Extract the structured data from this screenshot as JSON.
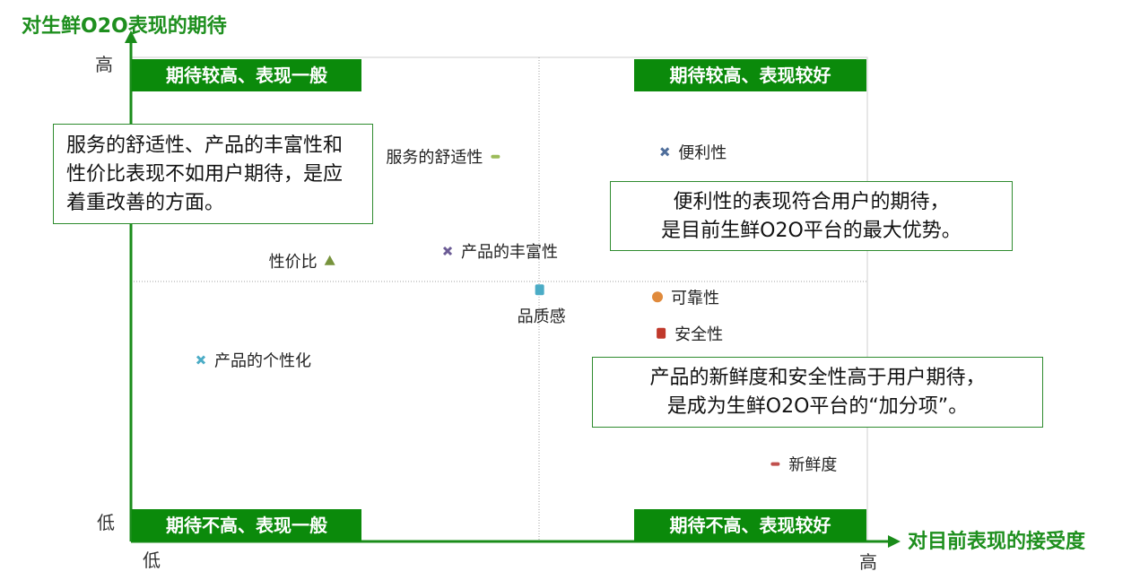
{
  "chart_data": {
    "type": "scatter",
    "y_axis_title": "对生鲜O2O表现的期待",
    "x_axis_title": "对目前表现的接受度",
    "y_tick_high": "高",
    "y_tick_low": "低",
    "x_tick_low": "低",
    "x_tick_high": "高",
    "xlim": [
      0,
      100
    ],
    "ylim": [
      0,
      100
    ],
    "gridlines_at": {
      "x": 50,
      "y": 50
    },
    "quadrants": {
      "top_left": "期待较高、表现一般",
      "top_right": "期待较高、表现较好",
      "bottom_left": "期待不高、表现一般",
      "bottom_right": "期待不高、表现较好"
    },
    "points": [
      {
        "label": "服务的舒适性",
        "x": 49.5,
        "y": 79.5,
        "color": "#9bbb59",
        "marker": "dash",
        "label_side": "left"
      },
      {
        "label": "便利性",
        "x": 72.5,
        "y": 80.5,
        "color": "#4f6e9b",
        "marker": "x",
        "label_side": "right"
      },
      {
        "label": "性价比",
        "x": 27,
        "y": 58,
        "color": "#77933c",
        "marker": "triangle",
        "label_side": "left"
      },
      {
        "label": "产品的丰富性",
        "x": 43,
        "y": 60,
        "color": "#6b5b95",
        "marker": "x",
        "label_side": "right"
      },
      {
        "label": "品质感",
        "x": 55.5,
        "y": 52,
        "color": "#4bacc6",
        "marker": "square",
        "label_side": "below"
      },
      {
        "label": "可靠性",
        "x": 71.5,
        "y": 50.5,
        "color": "#e08a3c",
        "marker": "circle",
        "label_side": "right"
      },
      {
        "label": "安全性",
        "x": 72,
        "y": 43,
        "color": "#c0392b",
        "marker": "square",
        "label_side": "right"
      },
      {
        "label": "产品的个性化",
        "x": 9.5,
        "y": 37.5,
        "color": "#4bacc6",
        "marker": "x",
        "label_side": "right"
      },
      {
        "label": "新鲜度",
        "x": 87.5,
        "y": 16,
        "color": "#c0504d",
        "marker": "dash",
        "label_side": "right"
      }
    ]
  },
  "notes": {
    "top_left": "服务的舒适性、产品的丰富性和性价比表现不如用户期待，是应着重改善的方面。",
    "top_right_line1": "便利性的表现符合用户的期待，",
    "top_right_line2": "是目前生鲜O2O平台的最大优势。",
    "bottom_right_line1": "产品的新鲜度和安全性高于用户期待，",
    "bottom_right_line2": "是成为生鲜O2O平台的“加分项”。"
  }
}
